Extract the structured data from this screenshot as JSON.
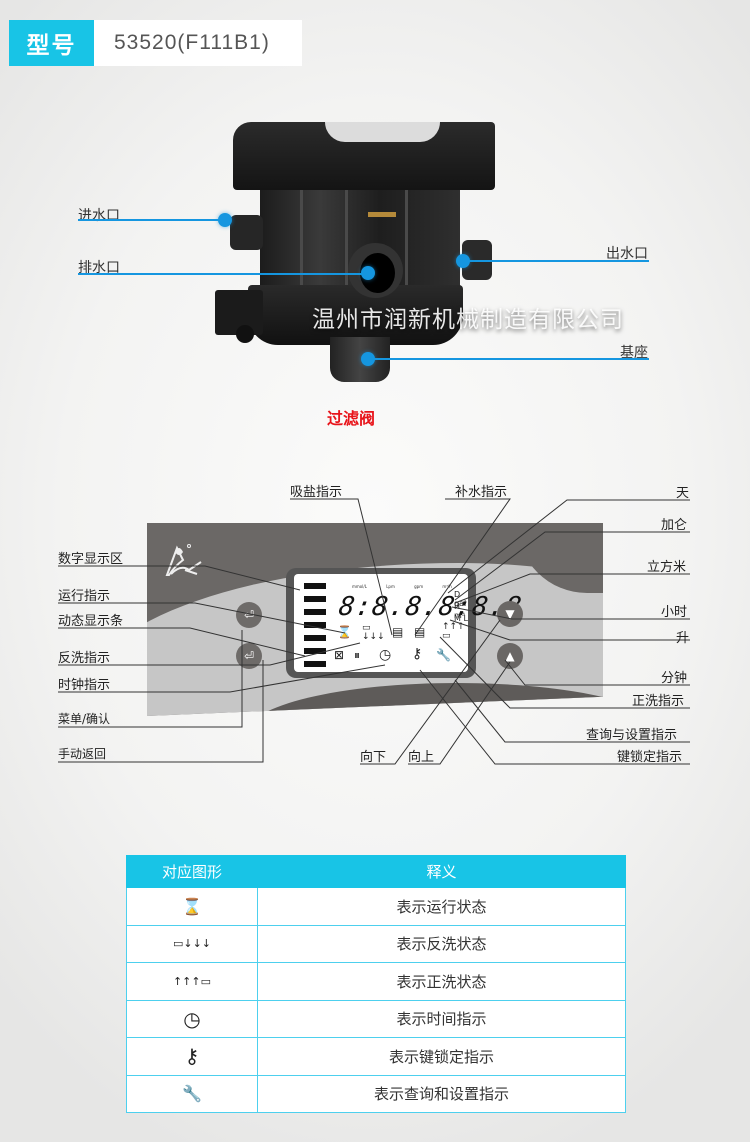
{
  "model": {
    "key": "型号",
    "value": "53520(F111B1)"
  },
  "product": {
    "watermark": "温州市润新机械制造有限公司",
    "caption": "过滤阀",
    "callouts": [
      {
        "id": "inlet",
        "label": "进水口"
      },
      {
        "id": "drain",
        "label": "排水口"
      },
      {
        "id": "outlet",
        "label": "出水口"
      },
      {
        "id": "base",
        "label": "基座"
      }
    ]
  },
  "panel": {
    "lcd": {
      "digits": "8:8.8.8:8.8",
      "units": "mmol/L  Lpm  gpm  m³/h",
      "right_units": [
        "D gal",
        "H m³",
        "M L"
      ]
    },
    "buttons": {
      "menu": "menu-enter",
      "manual": "manual-regen",
      "down": "▼",
      "up": "▲"
    },
    "labels_left": [
      "数字显示区",
      "运行指示",
      "动态显示条",
      "反洗指示",
      "时钟指示",
      "菜单/确认",
      "手动返回"
    ],
    "labels_top": [
      "吸盐指示",
      "补水指示"
    ],
    "labels_right": [
      "天",
      "加仑",
      "立方米",
      "小时",
      "升",
      "分钟",
      "正洗指示",
      "查询与设置指示",
      "键锁定指示"
    ],
    "labels_bottom": [
      "向下",
      "向上"
    ]
  },
  "table": {
    "headers": [
      "对应图形",
      "释义"
    ],
    "rows": [
      {
        "icon": "hourglass-icon",
        "glyph": "⌛",
        "meaning": "表示运行状态"
      },
      {
        "icon": "backwash-icon",
        "glyph": "▭↓↓↓",
        "meaning": "表示反洗状态"
      },
      {
        "icon": "rinse-icon",
        "glyph": "↑↑↑▭",
        "meaning": "表示正洗状态"
      },
      {
        "icon": "clock-icon",
        "glyph": "◷",
        "meaning": "表示时间指示"
      },
      {
        "icon": "key-lock-icon",
        "glyph": "⚷",
        "meaning": "表示键锁定指示"
      },
      {
        "icon": "wrench-settings-icon",
        "glyph": "🔧",
        "meaning": "表示查询和设置指示"
      }
    ]
  }
}
